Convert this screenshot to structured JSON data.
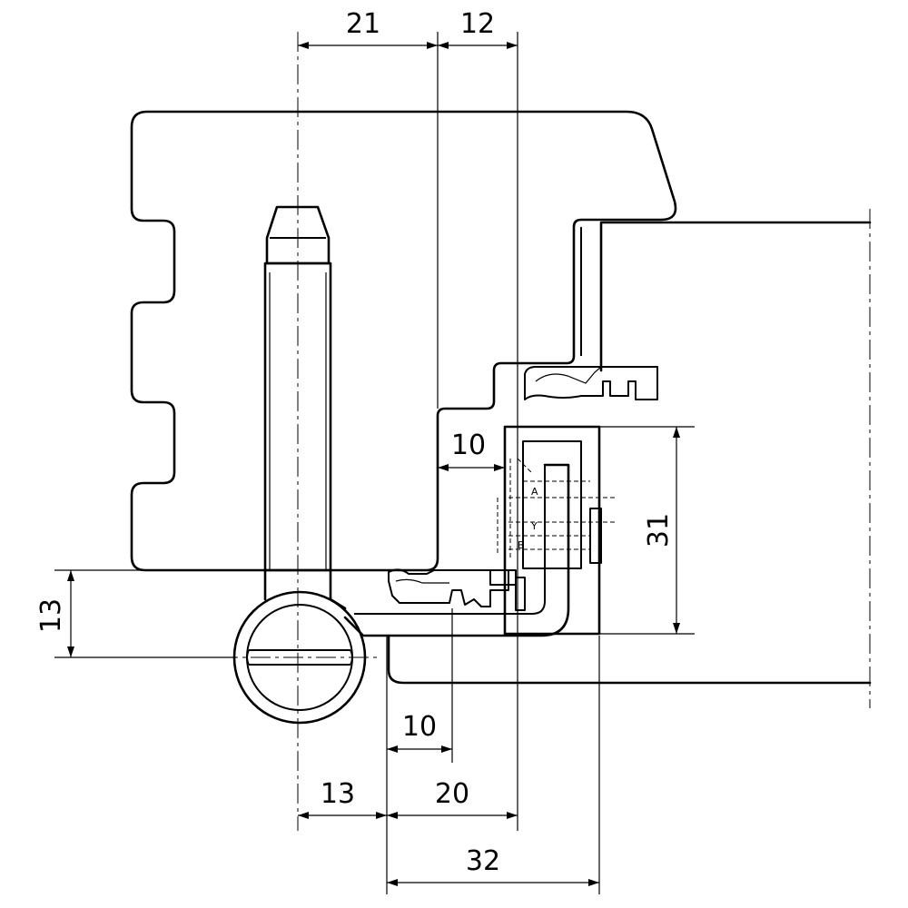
{
  "dimensions": {
    "top_left": "21",
    "top_right": "12",
    "gap_inner": "10",
    "height_right": "31",
    "height_left": "13",
    "gap_lower": "10",
    "bottom_left": "13",
    "bottom_mid": "20",
    "bottom_total": "32"
  },
  "legend_labels": {
    "label_a": "A",
    "label_b": "Y",
    "label_c": "B"
  }
}
